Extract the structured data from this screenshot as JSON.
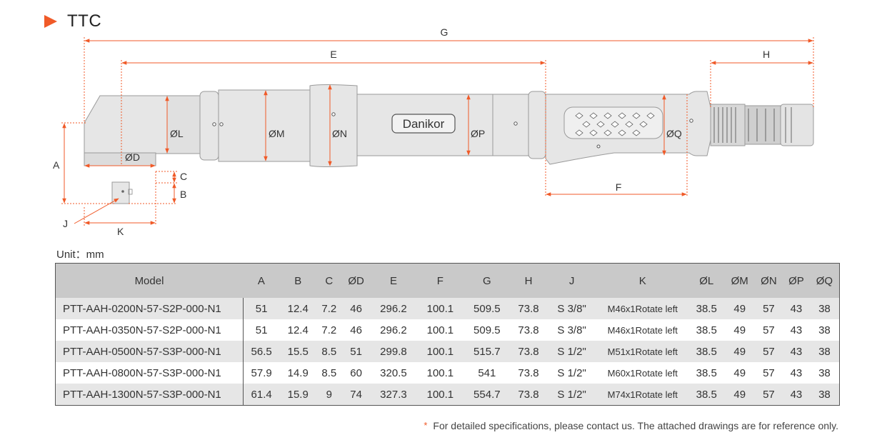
{
  "header": {
    "title": "TTC",
    "marker_icon": "triangle-right-icon",
    "accent": "#f05a28"
  },
  "drawing": {
    "brand": "Danikor",
    "dims": {
      "A": "A",
      "B": "B",
      "C": "C",
      "D": "ØD",
      "E": "E",
      "F": "F",
      "G": "G",
      "H": "H",
      "J": "J",
      "K": "K",
      "L": "ØL",
      "M": "ØM",
      "N": "ØN",
      "P": "ØP",
      "Q": "ØQ"
    }
  },
  "unit_label": "Unit：mm",
  "table": {
    "headers": [
      "Model",
      "A",
      "B",
      "C",
      "ØD",
      "E",
      "F",
      "G",
      "H",
      "J",
      "K",
      "ØL",
      "ØM",
      "ØN",
      "ØP",
      "ØQ"
    ],
    "rows": [
      [
        "PTT-AAH-0200N-57-S2P-000-N1",
        "51",
        "12.4",
        "7.2",
        "46",
        "296.2",
        "100.1",
        "509.5",
        "73.8",
        "S 3/8\"",
        "M46x1Rotate left",
        "38.5",
        "49",
        "57",
        "43",
        "38"
      ],
      [
        "PTT-AAH-0350N-57-S2P-000-N1",
        "51",
        "12.4",
        "7.2",
        "46",
        "296.2",
        "100.1",
        "509.5",
        "73.8",
        "S 3/8\"",
        "M46x1Rotate left",
        "38.5",
        "49",
        "57",
        "43",
        "38"
      ],
      [
        "PTT-AAH-0500N-57-S3P-000-N1",
        "56.5",
        "15.5",
        "8.5",
        "51",
        "299.8",
        "100.1",
        "515.7",
        "73.8",
        "S 1/2\"",
        "M51x1Rotate left",
        "38.5",
        "49",
        "57",
        "43",
        "38"
      ],
      [
        "PTT-AAH-0800N-57-S3P-000-N1",
        "57.9",
        "14.9",
        "8.5",
        "60",
        "320.5",
        "100.1",
        "541",
        "73.8",
        "S 1/2\"",
        "M60x1Rotate left",
        "38.5",
        "49",
        "57",
        "43",
        "38"
      ],
      [
        "PTT-AAH-1300N-57-S3P-000-N1",
        "61.4",
        "15.9",
        "9",
        "74",
        "327.3",
        "100.1",
        "554.7",
        "73.8",
        "S 1/2\"",
        "M74x1Rotate left",
        "38.5",
        "49",
        "57",
        "43",
        "38"
      ]
    ]
  },
  "note": {
    "star": "*",
    "text": "For detailed specifications, please contact us. The attached drawings are for reference only."
  }
}
